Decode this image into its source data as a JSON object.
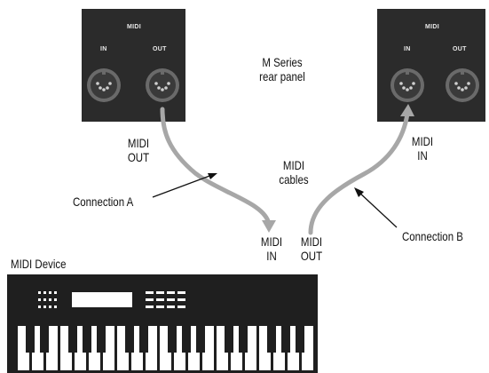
{
  "left_panel": {
    "title": "MIDI",
    "in_label": "IN",
    "out_label": "OUT"
  },
  "right_panel": {
    "title": "MIDI",
    "in_label": "IN",
    "out_label": "OUT"
  },
  "caption": {
    "line1": "M Series",
    "line2": "rear panel"
  },
  "labels": {
    "midi_out_top_1": "MIDI",
    "midi_out_top_2": "OUT",
    "midi_in_top_1": "MIDI",
    "midi_in_top_2": "IN",
    "cables_1": "MIDI",
    "cables_2": "cables",
    "connection_a": "Connection A",
    "connection_b": "Connection B",
    "device_in_1": "MIDI",
    "device_in_2": "IN",
    "device_out_1": "MIDI",
    "device_out_2": "OUT",
    "device": "MIDI Device"
  },
  "colors": {
    "panel": "#2b2b2b",
    "cable": "#a7a7a7",
    "text": "#111111"
  }
}
